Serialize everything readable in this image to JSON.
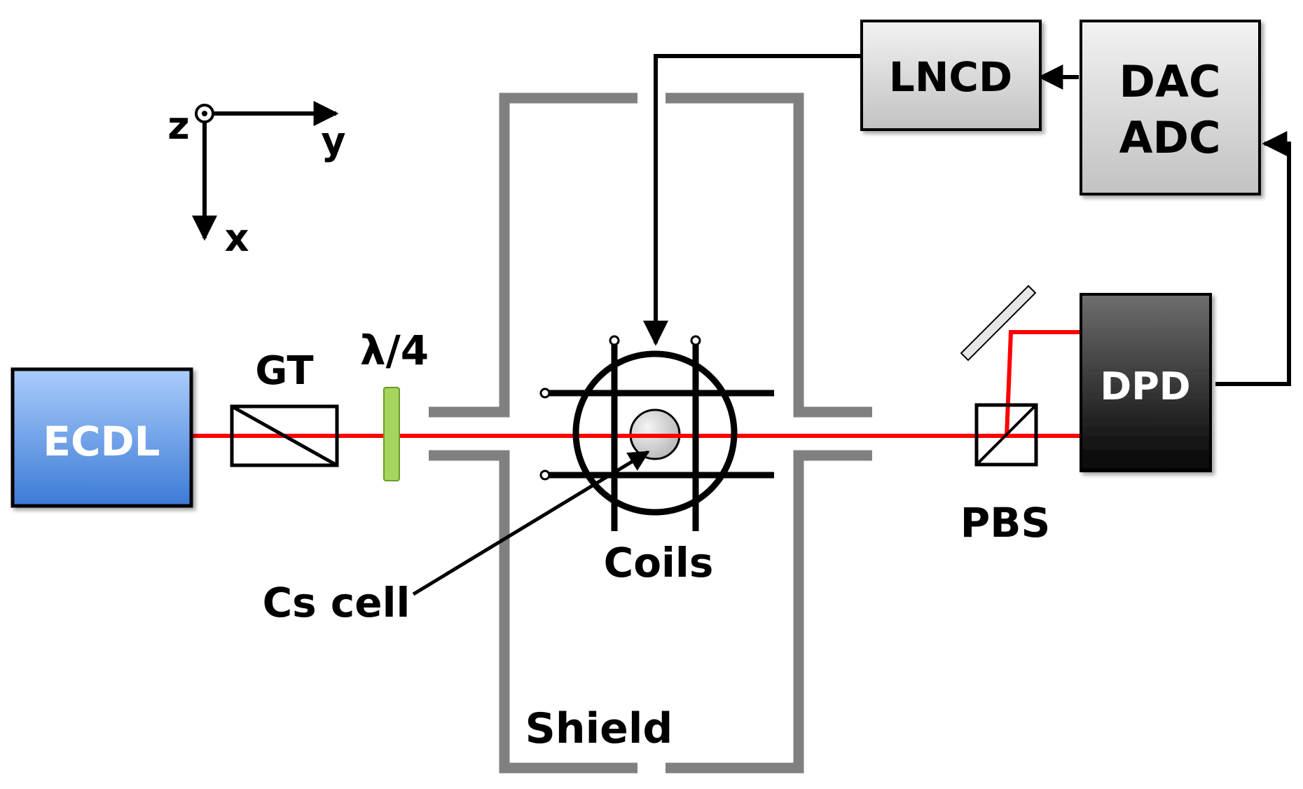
{
  "colors": {
    "beam": "#ff0000",
    "shield": "#808080",
    "ecdl_top": "#aacdfb",
    "ecdl_bottom": "#3c7ad6",
    "waveplate": "#a6d45c",
    "box_top": "#f2f2f2",
    "box_bottom": "#c2c2c2",
    "dpd_top": "#6e6e6e",
    "dpd_bottom": "#050505",
    "line": "#000000"
  },
  "axes": {
    "z": "z",
    "y": "y",
    "x": "x"
  },
  "components": {
    "ecdl": "ECDL",
    "gt": "GT",
    "waveplate": "λ/4",
    "coils": "Coils",
    "cs_cell": "Cs cell",
    "shield": "Shield",
    "pbs": "PBS",
    "dpd": "DPD",
    "lncd": "LNCD",
    "dac": "DAC",
    "adc": "ADC"
  }
}
